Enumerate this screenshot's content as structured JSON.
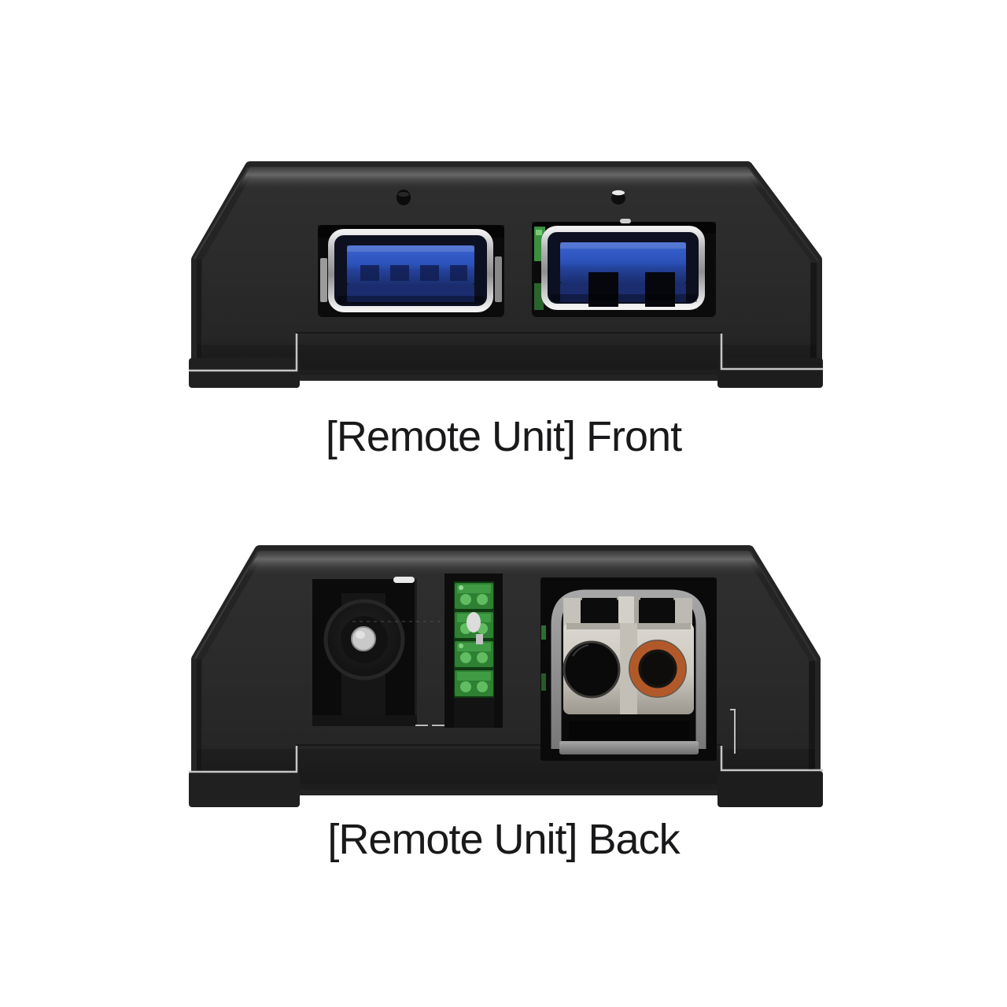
{
  "page": {
    "background_color": "#ffffff"
  },
  "figures": [
    {
      "caption": "[Remote Unit] Front",
      "device": "Remote Unit",
      "view": "Front",
      "features": {
        "usb_type_a_ports": 2,
        "led_pinholes": 2
      }
    },
    {
      "caption": "[Remote Unit] Back",
      "device": "Remote Unit",
      "view": "Back",
      "features": {
        "dc_power_jack": 1,
        "terminal_block_positions": 4,
        "lc_duplex_fiber_port": 1
      }
    }
  ],
  "colors": {
    "background": "#ffffff",
    "caption_text": "#19191b",
    "body": "#2b2b2b",
    "body_deep": "#1e1e1e",
    "body_edge": "#242424",
    "panel_line": "#c6c6c6",
    "well": "#0b0b0b",
    "usb_shell": "#d7d7d7",
    "usb_blue": "#2b51b9",
    "usb_blue_deep": "#18265c",
    "usb_cavity": "#1b2d6e",
    "pcb_green": "#3b8f3f",
    "terminal_green": "#2e8032",
    "terminal_green_light": "#62bd62",
    "metal_pin": "#c9c9c9",
    "fiber_frame": "#8f8f8f",
    "fiber_body": "#ccc8c0",
    "fiber_orange": "#b2592a",
    "bore_black": "#0a0a0a"
  }
}
